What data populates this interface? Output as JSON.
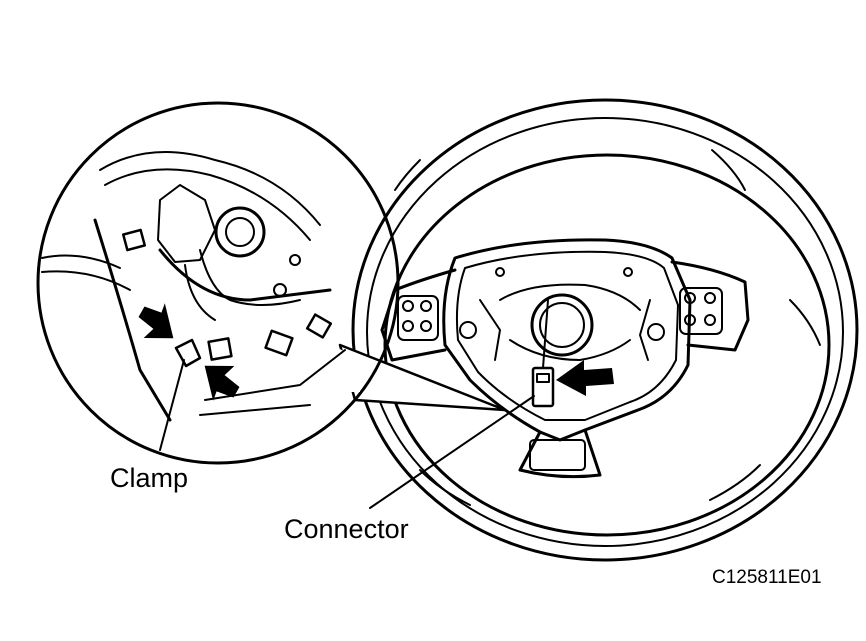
{
  "labels": {
    "clamp": "Clamp",
    "connector": "Connector",
    "figure_code": "C125811E01"
  },
  "icons": {
    "callout_arrow": "arrow-icon"
  },
  "colors": {
    "ink": "#000000",
    "paper": "#ffffff"
  }
}
